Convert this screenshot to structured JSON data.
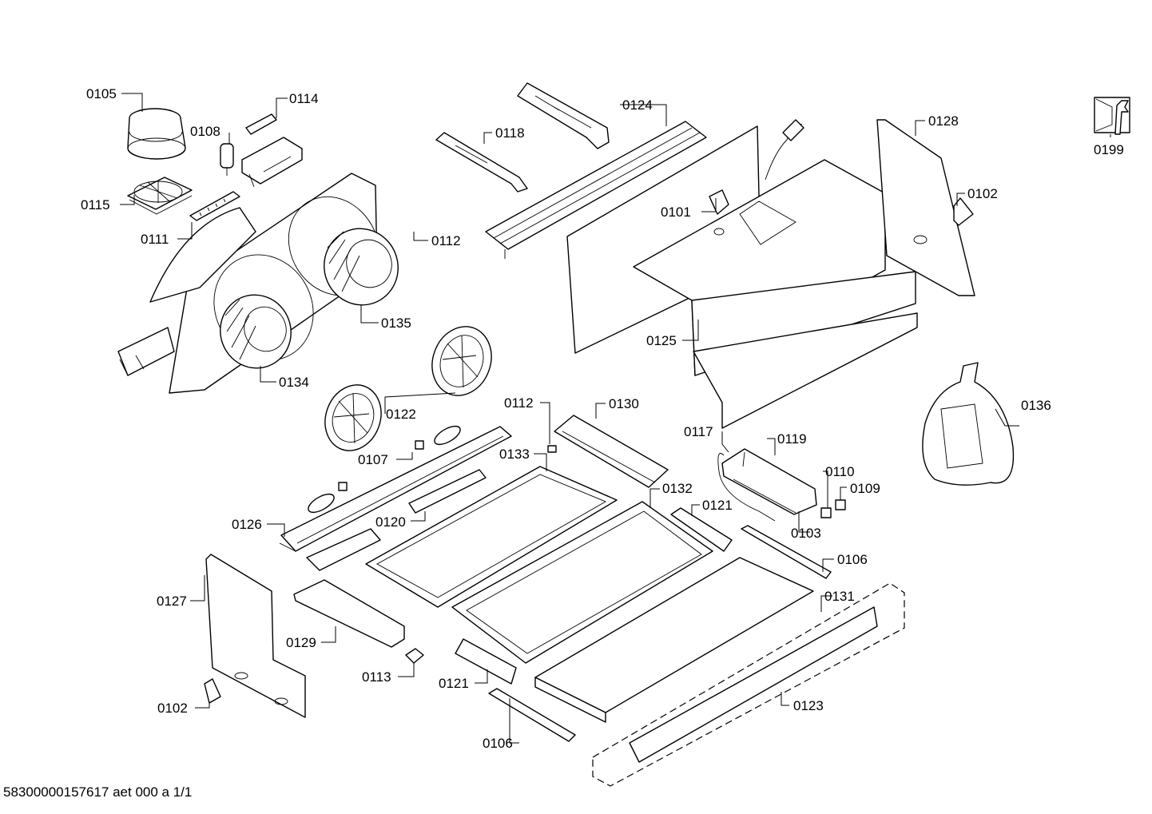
{
  "parts": [
    {
      "id": "0105",
      "name": "part-0105"
    },
    {
      "id": "0114",
      "name": "part-0114"
    },
    {
      "id": "0108",
      "name": "part-0108"
    },
    {
      "id": "0115",
      "name": "part-0115"
    },
    {
      "id": "0111",
      "name": "part-0111"
    },
    {
      "id": "0112",
      "name": "part-0112-top"
    },
    {
      "id": "0135",
      "name": "part-0135"
    },
    {
      "id": "0134",
      "name": "part-0134"
    },
    {
      "id": "0122",
      "name": "part-0122"
    },
    {
      "id": "0118",
      "name": "part-0118"
    },
    {
      "id": "0124",
      "name": "part-0124"
    },
    {
      "id": "0101",
      "name": "part-0101"
    },
    {
      "id": "0125",
      "name": "part-0125"
    },
    {
      "id": "0128",
      "name": "part-0128"
    },
    {
      "id": "0102",
      "name": "part-0102-right"
    },
    {
      "id": "0199",
      "name": "part-0199"
    },
    {
      "id": "0136",
      "name": "part-0136"
    },
    {
      "id": "0112",
      "name": "part-0112-center"
    },
    {
      "id": "0130",
      "name": "part-0130"
    },
    {
      "id": "0117",
      "name": "part-0117"
    },
    {
      "id": "0119",
      "name": "part-0119"
    },
    {
      "id": "0110",
      "name": "part-0110"
    },
    {
      "id": "0109",
      "name": "part-0109"
    },
    {
      "id": "0103",
      "name": "part-0103"
    },
    {
      "id": "0107",
      "name": "part-0107"
    },
    {
      "id": "0133",
      "name": "part-0133"
    },
    {
      "id": "0132",
      "name": "part-0132"
    },
    {
      "id": "0121",
      "name": "part-0121-right"
    },
    {
      "id": "0106",
      "name": "part-0106-right"
    },
    {
      "id": "0126",
      "name": "part-0126"
    },
    {
      "id": "0120",
      "name": "part-0120"
    },
    {
      "id": "0127",
      "name": "part-0127"
    },
    {
      "id": "0131",
      "name": "part-0131"
    },
    {
      "id": "0129",
      "name": "part-0129"
    },
    {
      "id": "0113",
      "name": "part-0113"
    },
    {
      "id": "0121",
      "name": "part-0121-bottom"
    },
    {
      "id": "0123",
      "name": "part-0123"
    },
    {
      "id": "0102",
      "name": "part-0102-bottom"
    },
    {
      "id": "0106",
      "name": "part-0106-bottom"
    }
  ],
  "footer": "58300000157617 aet 000 a 1/1",
  "colors": {
    "line": "#000000",
    "background": "#ffffff",
    "shade": "#d8d8d8"
  },
  "icons": [
    "service-wrench-icon"
  ]
}
